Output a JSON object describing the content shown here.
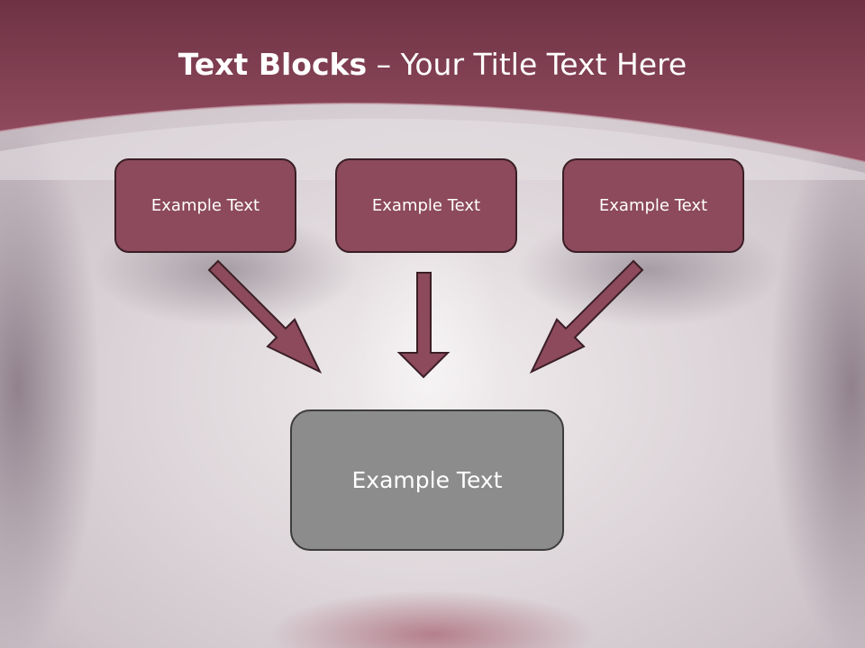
{
  "slide": {
    "title_bold": "Text Blocks",
    "title_rest": " – Your Title Text Here"
  },
  "diagram": {
    "top_boxes": [
      {
        "label": "Example Text"
      },
      {
        "label": "Example Text"
      },
      {
        "label": "Example Text"
      }
    ],
    "bottom_box": {
      "label": "Example Text"
    }
  },
  "colors": {
    "header": "#8e4a5c",
    "box_fill": "#8c4a5c",
    "box_border": "#3a1e26",
    "bottom_box_fill": "#8c8c8c",
    "arrow_fill": "#8c4a5c"
  }
}
